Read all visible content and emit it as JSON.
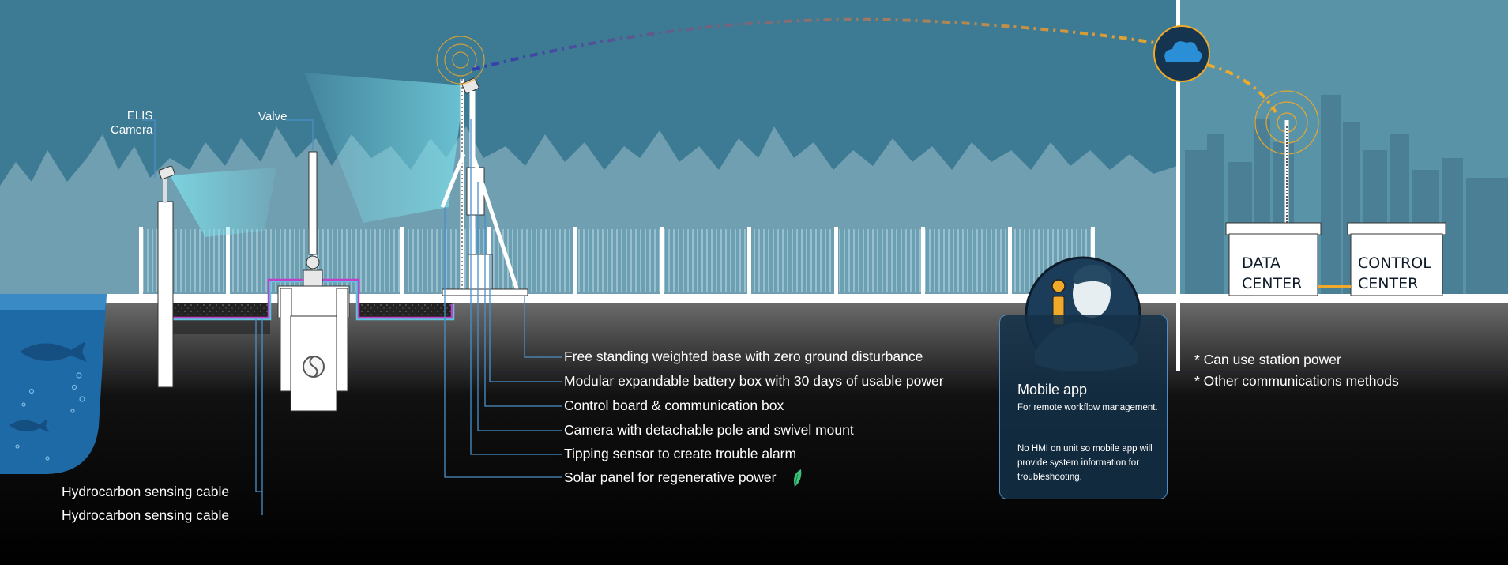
{
  "diagram": {
    "labels": {
      "elis_camera_line1": "ELIS",
      "elis_camera_line2": "Camera",
      "valve": "Valve",
      "data_center_line1": "DATA",
      "data_center_line2": "CENTER",
      "control_center_line1": "CONTROL",
      "control_center_line2": "CENTER"
    },
    "features": [
      "Free standing weighted base with zero ground disturbance",
      "Modular expandable battery box with 30 days of usable power",
      "Control board & communication box",
      "Camera with detachable pole and swivel mount",
      "Tipping sensor to create trouble alarm",
      "Solar panel for regenerative power"
    ],
    "cables": [
      "Hydrocarbon sensing cable",
      "Hydrocarbon sensing cable"
    ],
    "notes": [
      "* Can use station power",
      "* Other communications methods"
    ],
    "mobile_app": {
      "title": "Mobile app",
      "description_1": "For remote workflow management.",
      "description_2": "No HMI on unit so mobile app will provide system information for troubleshooting."
    },
    "colors": {
      "sky": "#3d7a93",
      "sky_right": "#5893a8",
      "trees": "#6f9fb1",
      "ground": "#000000",
      "water": "#1e6aa6",
      "cable": "#c23fc9",
      "accent_link": "#f0a928",
      "leader_line": "#4a90c9",
      "leaf": "#3fc27a"
    },
    "icons": [
      "cloud-icon",
      "leaf-icon",
      "fish-icon",
      "antenna-icon",
      "phone-icon"
    ]
  }
}
